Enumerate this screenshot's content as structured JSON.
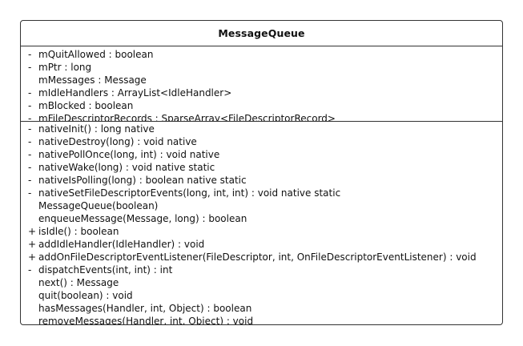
{
  "class_name": "MessageQueue",
  "attributes": [
    {
      "vis": "-",
      "text": "mQuitAllowed : boolean"
    },
    {
      "vis": "-",
      "text": "mPtr : long"
    },
    {
      "vis": "",
      "text": "mMessages : Message"
    },
    {
      "vis": "-",
      "text": "mIdleHandlers : ArrayList<IdleHandler>"
    },
    {
      "vis": "-",
      "text": "mBlocked : boolean"
    },
    {
      "vis": "-",
      "text": "mFileDescriptorRecords : SparseArray<FileDescriptorRecord>"
    }
  ],
  "methods": [
    {
      "vis": "-",
      "text": "nativeInit() : long native"
    },
    {
      "vis": "-",
      "text": "nativeDestroy(long) : void native"
    },
    {
      "vis": "-",
      "text": "nativePollOnce(long, int) : void native"
    },
    {
      "vis": "-",
      "text": "nativeWake(long) : void native static"
    },
    {
      "vis": "-",
      "text": "nativeIsPolling(long) : boolean native static"
    },
    {
      "vis": "-",
      "text": "nativeSetFileDescriptorEvents(long, int, int) : void native static"
    },
    {
      "vis": "",
      "text": "MessageQueue(boolean)"
    },
    {
      "vis": "",
      "text": "enqueueMessage(Message, long) : boolean"
    },
    {
      "vis": "+",
      "text": "isIdle() : boolean"
    },
    {
      "vis": "+",
      "text": "addIdleHandler(IdleHandler) : void"
    },
    {
      "vis": "+",
      "text": "addOnFileDescriptorEventListener(FileDescriptor, int, OnFileDescriptorEventListener) : void"
    },
    {
      "vis": "-",
      "text": "dispatchEvents(int, int) : int"
    },
    {
      "vis": "",
      "text": "next() : Message"
    },
    {
      "vis": "",
      "text": "quit(boolean) : void"
    },
    {
      "vis": "",
      "text": "hasMessages(Handler, int, Object) : boolean"
    },
    {
      "vis": "",
      "text": "removeMessages(Handler, int, Object) : void"
    }
  ]
}
